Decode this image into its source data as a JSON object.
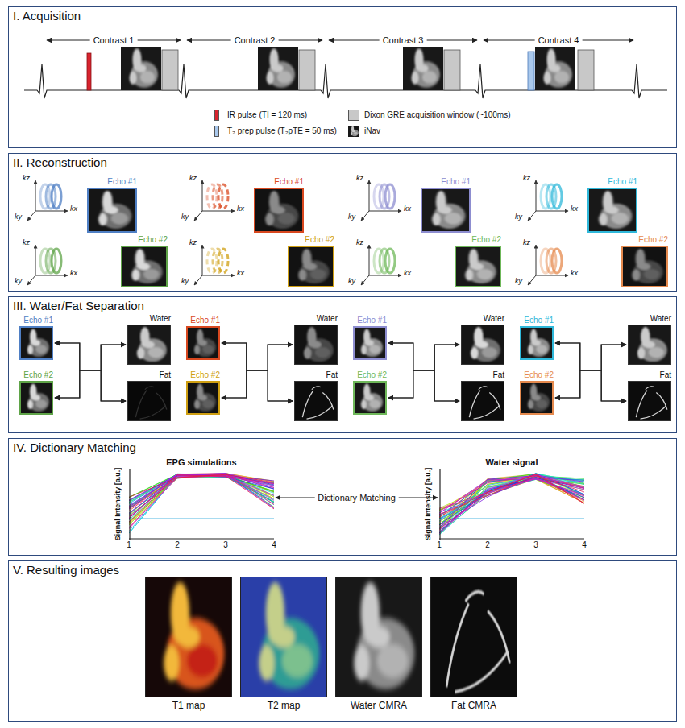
{
  "diagram": {
    "nodes": [
      {
        "text": [
          "I. Acquisition"
        ]
      },
      {
        "text": [
          "II. Reconstruction"
        ]
      },
      {
        "text": [
          "Echo #1"
        ],
        "in": 1
      },
      {
        "text": [
          "Echo #2"
        ],
        "in": 1
      },
      {
        "text": [
          "Echo #1"
        ],
        "in": 1
      },
      {
        "text": [
          "Echo #2"
        ],
        "in": 1
      },
      {
        "text": [
          "Echo #1"
        ],
        "in": 1
      },
      {
        "text": [
          "Echo #2"
        ],
        "in": 1
      },
      {
        "text": [
          "Echo #1"
        ],
        "in": 1
      },
      {
        "text": [
          "Echo #2"
        ],
        "in": 1
      },
      {
        "text": [
          "III. Water/Fat Separation"
        ]
      },
      {
        "text": [
          "Echo #1"
        ],
        "in": 10
      },
      {
        "text": [
          "Echo #2"
        ],
        "in": 10
      },
      {
        "text": [
          "Water"
        ],
        "in": 10
      },
      {
        "text": [
          "Fat"
        ],
        "in": 10
      },
      {
        "text": [
          "Echo #1"
        ],
        "in": 10
      },
      {
        "text": [
          "Echo #2"
        ],
        "in": 10
      },
      {
        "text": [
          "Water"
        ],
        "in": 10
      },
      {
        "text": [
          "Fat"
        ],
        "in": 10
      },
      {
        "text": [
          "Echo #1"
        ],
        "in": 10
      },
      {
        "text": [
          "Echo #2"
        ],
        "in": 10
      },
      {
        "text": [
          "Water"
        ],
        "in": 10
      },
      {
        "text": [
          "Fat"
        ],
        "in": 10
      },
      {
        "text": [
          "Echo #1"
        ],
        "in": 10
      },
      {
        "text": [
          "Echo #2"
        ],
        "in": 10
      },
      {
        "text": [
          "Water"
        ],
        "in": 10
      },
      {
        "text": [
          "Fat"
        ],
        "in": 10
      },
      {
        "text": [
          "IV. Dictionary Matching"
        ]
      },
      {
        "text": [
          "EPG simulations"
        ],
        "in": 27
      },
      {
        "text": [
          "Water signal"
        ],
        "in": 27
      },
      {
        "text": [
          "V. Resulting images"
        ]
      },
      {
        "text": [
          "T1 map"
        ],
        "in": 30
      },
      {
        "text": [
          "T2 map"
        ],
        "in": 30
      },
      {
        "text": [
          "Water CMRA"
        ],
        "in": 30
      },
      {
        "text": [
          "Fat CMRA"
        ],
        "in": 30
      }
    ],
    "edges": [
      {
        "from": 11,
        "to": 13,
        "arrow": "both"
      },
      {
        "from": 11,
        "to": 14,
        "arrow": "both"
      },
      {
        "from": 12,
        "to": 13,
        "arrow": "both"
      },
      {
        "from": 12,
        "to": 14,
        "arrow": "both"
      },
      {
        "from": 15,
        "to": 17,
        "arrow": "both"
      },
      {
        "from": 15,
        "to": 18,
        "arrow": "both"
      },
      {
        "from": 16,
        "to": 17,
        "arrow": "both"
      },
      {
        "from": 16,
        "to": 18,
        "arrow": "both"
      },
      {
        "from": 19,
        "to": 21,
        "arrow": "both"
      },
      {
        "from": 19,
        "to": 22,
        "arrow": "both"
      },
      {
        "from": 20,
        "to": 21,
        "arrow": "both"
      },
      {
        "from": 20,
        "to": 22,
        "arrow": "both"
      },
      {
        "from": 23,
        "to": 25,
        "arrow": "both"
      },
      {
        "from": 23,
        "to": 26,
        "arrow": "both"
      },
      {
        "from": 24,
        "to": 25,
        "arrow": "both"
      },
      {
        "from": 24,
        "to": 26,
        "arrow": "both"
      },
      {
        "from": 28,
        "to": 29,
        "label": "Dictionary Matching",
        "arrow": "both"
      }
    ],
    "labels": [
      "Contrast 1",
      "Contrast 2",
      "Contrast 3",
      "Contrast 4",
      "kz",
      "ky",
      "kx",
      "kz",
      "ky",
      "kx",
      "kz",
      "ky",
      "kx",
      "kz",
      "ky",
      "kx",
      "kz",
      "ky",
      "kx",
      "kz",
      "ky",
      "kx",
      "kz",
      "ky",
      "kx",
      "kz",
      "ky",
      "kx",
      "Signal Intensity [a.u.]",
      "1",
      "2",
      "3",
      "4",
      "Signal Intensity [a.u.]",
      "1",
      "2",
      "3",
      "4"
    ],
    "legend": [
      {
        "text": "IR pulse (TI = 120 ms)",
        "color": "#d8242e"
      },
      {
        "text": "Dixon GRE acquisition window (~100ms)",
        "color": "#c8c8c8"
      },
      {
        "text": "T₂ prep pulse (T₂pTE = 50 ms)",
        "color": "#a9c8ec"
      },
      {
        "text": "iNav"
      }
    ]
  }
}
